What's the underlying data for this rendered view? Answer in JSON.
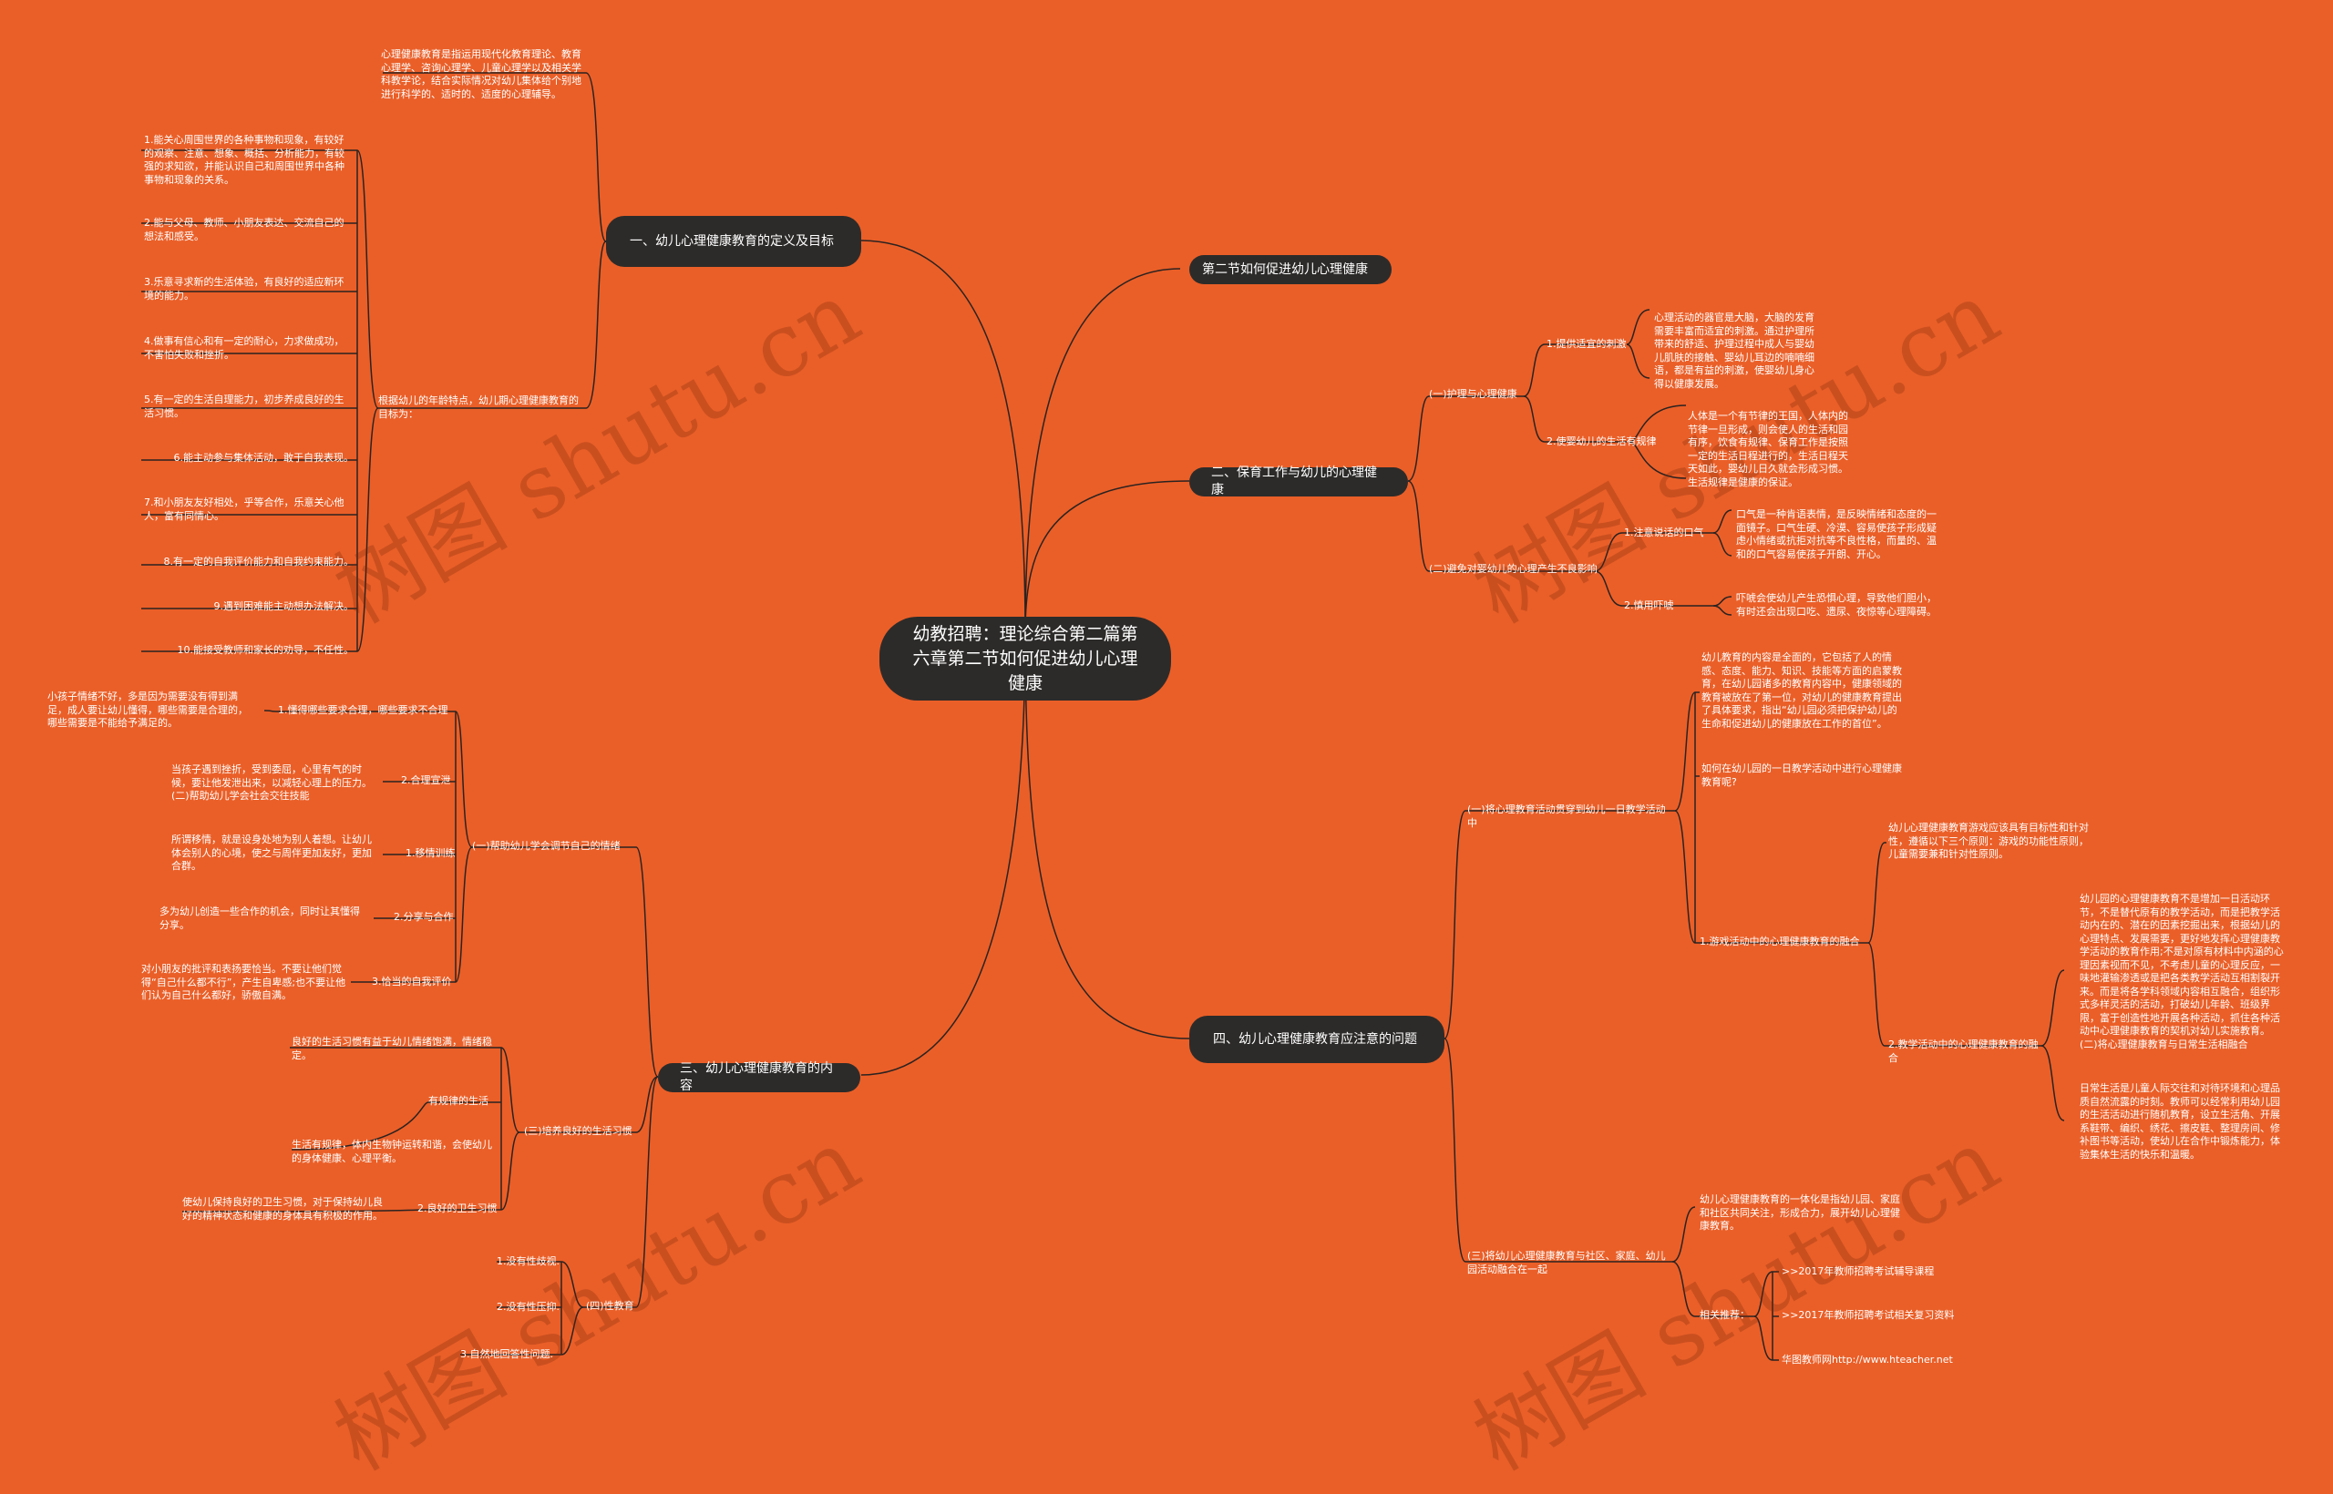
{
  "root": "幼教招聘：理论综合第二篇第六章第二节如何促进幼儿心理健康",
  "watermark": "树图 shutu.cn",
  "colors": {
    "background": "#EA5F28",
    "node": "#2D2B29",
    "line": "#2B2220",
    "text": "#FFFFFF"
  },
  "b1": {
    "title": "一、幼儿心理健康教育的定义及目标",
    "definition": "心理健康教育是指运用现代化教育理论、教育心理学、咨询心理学、儿童心理学以及相关学科教学论，结合实际情况对幼儿集体给个别地进行科学的、适时的、适度的心理辅导。",
    "goals_label": "根据幼儿的年龄特点，幼儿期心理健康教育的目标为：",
    "goals": [
      "1.能关心周围世界的各种事物和现象，有较好的观察、注意、想象、概括、分析能力，有较强的求知欲，并能认识自己和周围世界中各种事物和现象的关系。",
      "2.能与父母、教师、小朋友表达、交流自己的想法和感受。",
      "3.乐意寻求新的生活体验，有良好的适应新环境的能力。",
      "4.做事有信心和有一定的耐心，力求做成功，不害怕失败和挫折。",
      "5.有一定的生活自理能力，初步养成良好的生活习惯。",
      "6.能主动参与集体活动，敢于自我表现。",
      "7.和小朋友友好相处，乎等合作，乐意关心他人，富有同情心。",
      "8.有一定的自我评价能力和自我约束能力。",
      "9.遇到困难能主动想办法解决。",
      "10.能接受教师和家长的劝导，不任性。"
    ]
  },
  "b2": {
    "title": "第二节如何促进幼儿心理健康"
  },
  "b3": {
    "title": "二、保育工作与幼儿的心理健康",
    "s1": {
      "label": "(一)护理与心理健康",
      "i1": "1.提供适宜的刺激",
      "i1_text": "心理活动的器官是大脑，大脑的发育需要丰富而适宜的刺激。通过护理所带来的舒适、护理过程中成人与婴幼儿肌肤的接触、婴幼儿耳边的喃喃细语，都是有益的刺激，使婴幼儿身心得以健康发展。",
      "i2": "2.使婴幼儿的生活有规律",
      "i2_text": "人体是一个有节律的王国，人体内的节律一旦形成，则会使人的生活和园有序，饮食有规律、保育工作是按照一定的生活日程进行的，生活日程天天如此，婴幼儿日久就会形成习惯。生活规律是健康的保证。"
    },
    "s2": {
      "label": "(二)避免对婴幼儿的心理产生不良影响",
      "i1": "1.注意说话的口气",
      "i1_text": "口气是一种肯语表情，是反映情绪和态度的一面镜子。口气生硬、冷漠、容易使孩子形成疑虑小情绪或抗拒对抗等不良性格，而量的、温和的口气容易使孩子开朗、开心。",
      "i2": "2.慎用吓唬",
      "i2_text": "吓唬会使幼儿产生恐惧心理，导致他们胆小，有时还会出现口吃、遗尿、夜惊等心理障碍。"
    }
  },
  "b4": {
    "title": "三、幼儿心理健康教育的内容",
    "s1": {
      "label": "(一)帮助幼儿学会调节自己的情绪",
      "items": [
        {
          "label": "1.懂得哪些要求合理，哪些要求不合理",
          "text": "小孩子情绪不好，多是因为需要没有得到满足，成人要让幼儿懂得，哪些需要是合理的，哪些需要是不能给予满足的。"
        },
        {
          "label": "2.合理宣泄",
          "text": "当孩子遇到挫折，受到委屈，心里有气的时候，要让他发泄出来，以减轻心理上的压力。(二)帮助幼儿学会社会交往技能"
        },
        {
          "label": "1.移情训练",
          "text": "所谓移情，就是设身处地为别人着想。让幼儿体会别人的心境，使之与周伴更加友好，更加合群。"
        },
        {
          "label": "2.分享与合作",
          "text": "多为幼儿创造一些合作的机会，同时让其懂得分享。"
        },
        {
          "label": "3.恰当的自我评价",
          "text": "对小朋友的批评和表扬要恰当。不要让他们觉得“自己什么都不行”，产生自卑感;也不要让他们认为自己什么都好，骄傲自满。"
        }
      ]
    },
    "s2": {
      "label": "(三)培养良好的生活习惯",
      "intro": "良好的生活习惯有益于幼儿情绪饱满，情绪稳定。",
      "items": [
        {
          "label": "有规律的生活",
          "text": "生活有规律，体内生物钟运转和谐，会使幼儿的身体健康、心理平衡。"
        },
        {
          "label": "2.良好的卫生习惯",
          "text": "使幼儿保持良好的卫生习惯，对于保持幼儿良好的精神状态和健康的身体具有积极的作用。"
        }
      ]
    },
    "s3": {
      "label": "(四)性教育",
      "items": [
        "1.没有性歧视.",
        "2.没有性压抑.",
        "3.自然地回答性问题."
      ]
    }
  },
  "b5": {
    "title": "四、幼儿心理健康教育应注意的问题",
    "s1": {
      "label": "(一)将心理教育活动贯穿到幼儿一日教学活动中",
      "p1": "幼儿教育的内容是全面的，它包括了人的情感、态度、能力、知识、技能等方面的启蒙教育，在幼儿园诸多的教育内容中，健康领域的教育被放在了第一位，对幼儿的健康教育提出了具体要求，指出“幼儿园必须把保护幼儿的生命和促进幼儿的健康放在工作的首位”。",
      "p2": "如何在幼儿园的一日教学活动中进行心理健康教育呢?",
      "game_label": "1.游戏活动中的心理健康教育的融合",
      "game_text": "幼儿心理健康教育游戏应该具有目标性和针对性，遵循以下三个原则：游戏的功能性原则，儿童需要兼和针对性原则。",
      "teach_label": "2.教学活动中的心理健康教育的融合",
      "teach_text1": "幼儿园的心理健康教育不是增加一日活动环节，不是替代原有的教学活动，而是把教学活动内在的、潜在的因素挖掘出来，根据幼儿的心理特点、发展需要，更好地发挥心理健康教学活动的教育作用;不是对原有材料中内涵的心理因素视而不见，不考虑儿童的心理反应，一味地灌输渗透或是把各类教学活动互相割裂开来。而是将各学科领域内容相互融合，组织形式多样灵活的活动，打破幼儿年龄、班级界限，富于创造性地开展各种活动，抓住各种活动中心理健康教育的契机对幼儿实施教育。(二)将心理健康教育与日常生活相融合",
      "teach_text2": "日常生活是儿童人际交往和对待环境和心理品质自然流露的时刻。教师可以经常利用幼儿园的生活活动进行随机教育，设立生活角、开展系鞋带、编织、绣花、擦皮鞋、整理房间、修补图书等活动，使幼儿在合作中锻炼能力，体验集体生活的快乐和温暖。"
    },
    "s3": {
      "label": "(三)将幼儿心理健康教育与社区、家庭、幼儿园活动融合在一起",
      "text": "幼儿心理健康教育的一体化是指幼儿园、家庭和社区共同关注，形成合力，展开幼儿心理健康教育。",
      "rec_label": "相关推荐：",
      "recs": [
        ">>2017年教师招聘考试辅导课程",
        ">>2017年教师招聘考试相关复习资料",
        "华图教师网http://www.hteacher.net"
      ]
    }
  }
}
